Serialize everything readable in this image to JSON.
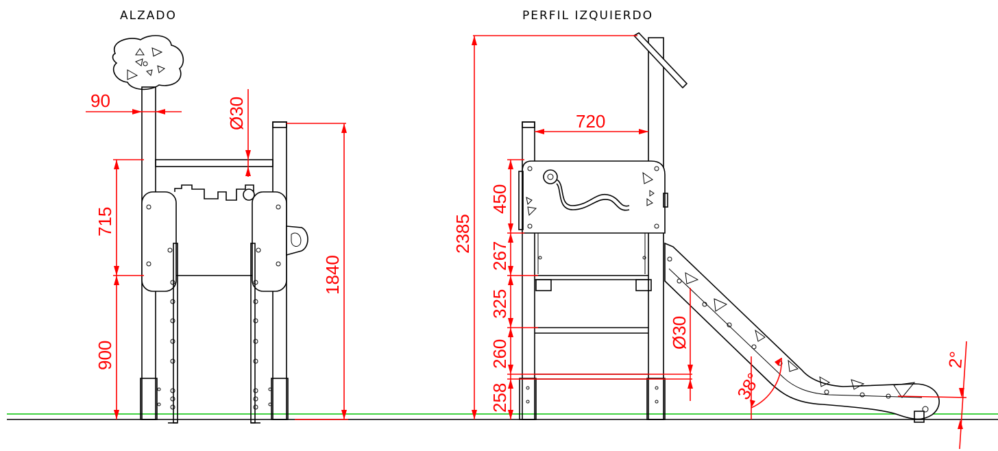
{
  "views": {
    "front": {
      "title": "ALZADO"
    },
    "side": {
      "title": "PERFIL IZQUIERDO"
    }
  },
  "dimensions": {
    "front": {
      "d90": "90",
      "d30": "Ø30",
      "d715": "715",
      "d900": "900",
      "d1840": "1840"
    },
    "side": {
      "d720": "720",
      "d2385": "2385",
      "d450": "450",
      "d267": "267",
      "d325": "325",
      "d260": "260",
      "d258": "258",
      "d30": "Ø30",
      "a38": "38°",
      "a2": "2°"
    }
  },
  "colors": {
    "drawing": "#000000",
    "dimension": "#ff0000",
    "ground": "#00c000"
  }
}
